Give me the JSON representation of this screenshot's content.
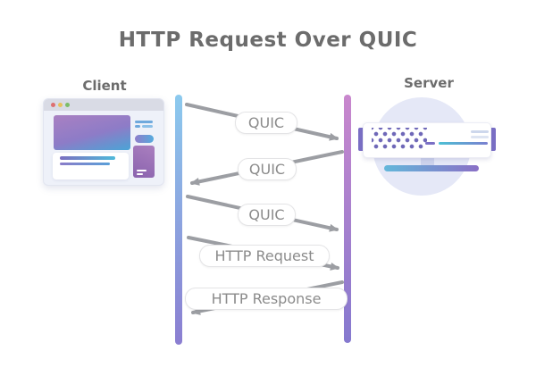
{
  "diagram": {
    "title": "HTTP Request Over QUIC",
    "actors": [
      {
        "name": "Client",
        "illustration": "browser-window"
      },
      {
        "name": "Server",
        "illustration": "server-machine"
      }
    ],
    "messages": [
      {
        "label": "QUIC",
        "from": "Client",
        "to": "Server"
      },
      {
        "label": "QUIC",
        "from": "Server",
        "to": "Client"
      },
      {
        "label": "QUIC",
        "from": "Client",
        "to": "Server"
      },
      {
        "label": "HTTP Request",
        "from": "Client",
        "to": "Server"
      },
      {
        "label": "HTTP Response",
        "from": "Server",
        "to": "Client"
      }
    ],
    "colors": {
      "heading_text": "#6c6c6c",
      "arrow": "#9c9ea3",
      "pill_text": "#8b8b8b",
      "client_lifeline_top": "#8ccaee",
      "client_lifeline_bottom": "#8b7ed1",
      "server_lifeline_top": "#c987cd",
      "server_lifeline_bottom": "#8579cf",
      "illustration_purple": "#8d7cc7",
      "illustration_blue": "#4aa4d6",
      "server_dot": "#6f68b8",
      "server_circle": "#e5e8f7"
    }
  }
}
